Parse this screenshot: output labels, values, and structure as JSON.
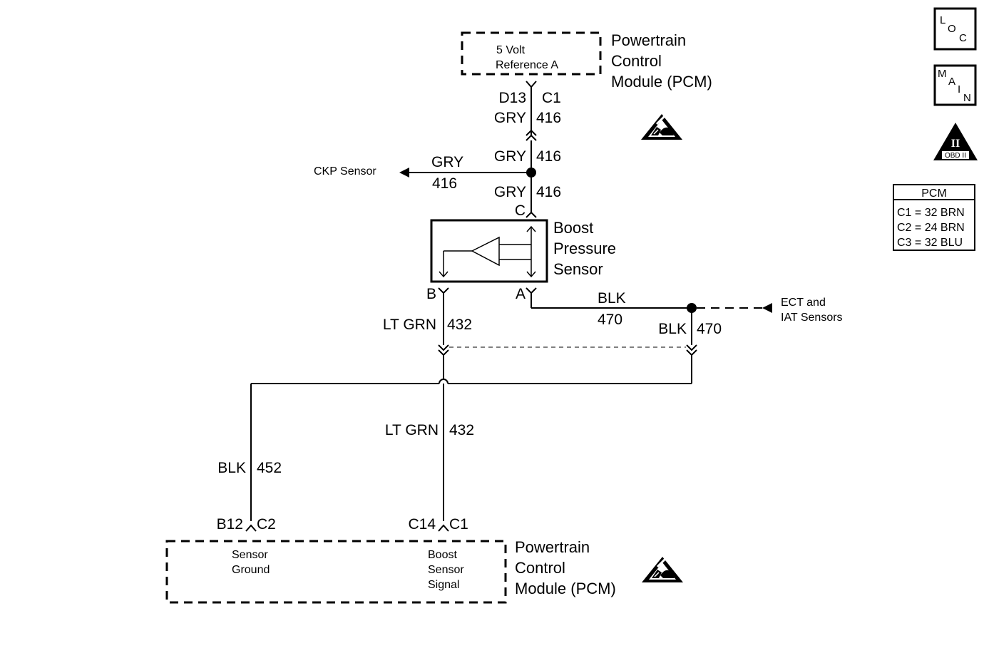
{
  "pcm_top": {
    "title_lines": [
      "Powertrain",
      "Control",
      "Module (PCM)"
    ],
    "circuit_lines": [
      "5 Volt",
      "Reference A"
    ],
    "pin": "D13",
    "connector": "C1"
  },
  "wires": {
    "ref_top_color": "GRY",
    "ref_top_num": "416",
    "ref_mid_color": "GRY",
    "ref_mid_num": "416",
    "ref_low_color": "GRY",
    "ref_low_num": "416",
    "ckp_color": "GRY",
    "ckp_num": "416",
    "sig_upper_color": "LT GRN",
    "sig_upper_num": "432",
    "sig_lower_color": "LT GRN",
    "sig_lower_num": "432",
    "gnd_horiz_color": "BLK",
    "gnd_horiz_num": "470",
    "gnd_vert_color": "BLK",
    "gnd_vert_num": "470",
    "gnd_pcm_color": "BLK",
    "gnd_pcm_num": "452"
  },
  "ckp_label": "CKP Sensor",
  "ect_iat_lines": [
    "ECT and",
    "IAT Sensors"
  ],
  "sensor": {
    "title_lines": [
      "Boost",
      "Pressure",
      "Sensor"
    ],
    "pin_c": "C",
    "pin_b": "B",
    "pin_a": "A"
  },
  "pcm_bottom": {
    "title_lines": [
      "Powertrain",
      "Control",
      "Module (PCM)"
    ],
    "ground_lines": [
      "Sensor",
      "Ground"
    ],
    "signal_lines": [
      "Boost",
      "Sensor",
      "Signal"
    ],
    "ground_pin": "B12",
    "ground_connector": "C2",
    "signal_pin": "C14",
    "signal_connector": "C1"
  },
  "side_icons": {
    "loc": [
      "L",
      "O",
      "C"
    ],
    "main": [
      "M",
      "A",
      "I",
      "N"
    ],
    "obd": [
      "II",
      "OBD II"
    ]
  },
  "pcm_legend": {
    "header": "PCM",
    "rows": [
      "C1 = 32 BRN",
      "C2 = 24 BRN",
      "C3 = 32 BLU"
    ]
  }
}
